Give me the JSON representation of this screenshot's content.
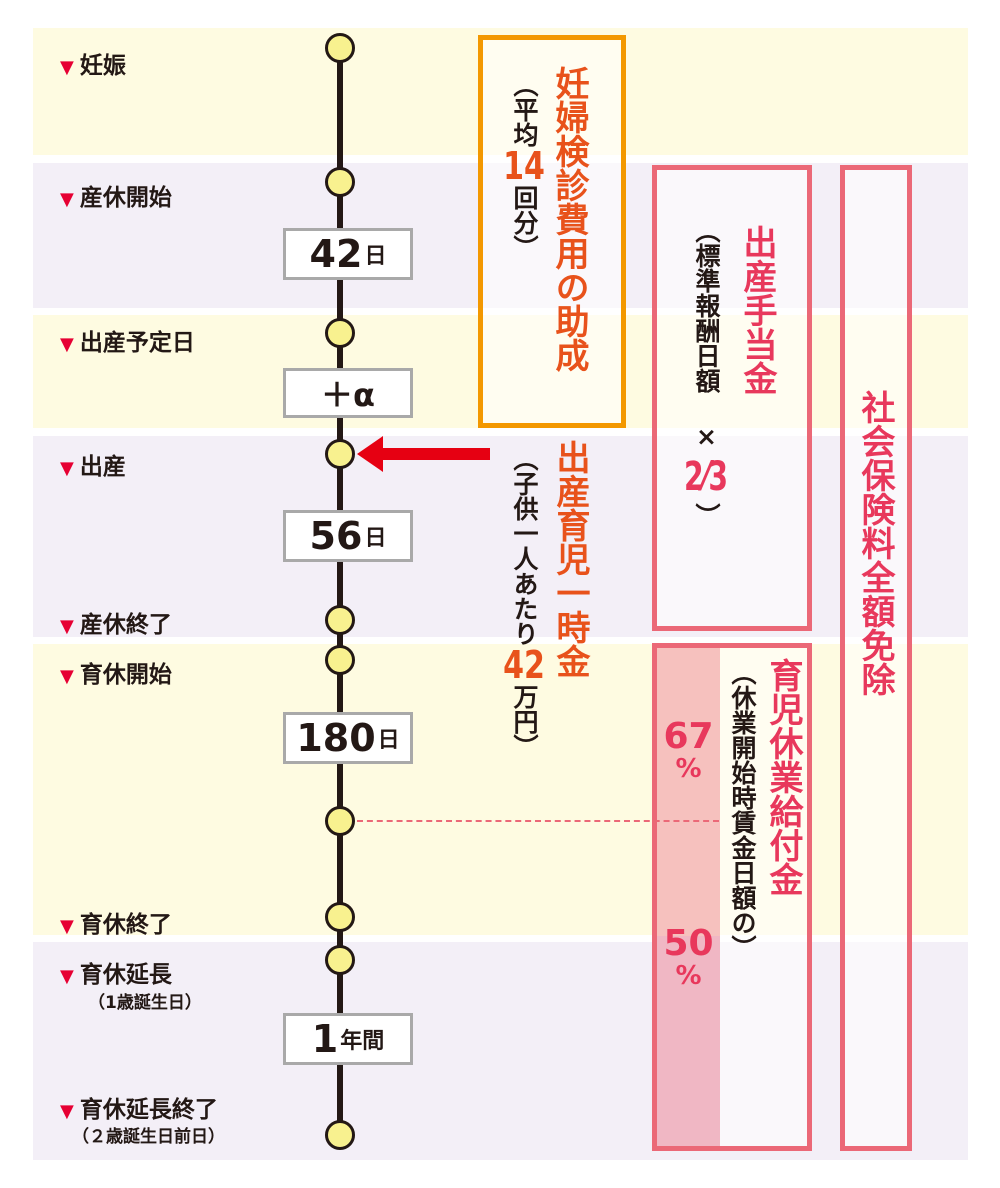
{
  "timeline": [
    {
      "label": "妊娠"
    },
    {
      "label": "産休開始"
    },
    {
      "label": "出産予定日"
    },
    {
      "label": "出産"
    },
    {
      "label": "産休終了"
    },
    {
      "label": "育休開始"
    },
    {
      "label": "育休終了"
    },
    {
      "label": "育休延長",
      "sub": "（1歳誕生日）"
    },
    {
      "label": "育休延長終了",
      "sub": "（２歳誕生日前日）"
    }
  ],
  "durations": [
    {
      "num": "42",
      "unit": "日"
    },
    {
      "num": "＋α",
      "unit": ""
    },
    {
      "num": "56",
      "unit": "日"
    },
    {
      "num": "180",
      "unit": "日"
    },
    {
      "num": "1",
      "unit": "年間"
    }
  ],
  "checkup": {
    "title": "妊婦検診費用の助成",
    "sub_pre": "（平均",
    "sub_num": "14",
    "sub_post": "回分）"
  },
  "lump_sum": {
    "title": "出産育児一時金",
    "sub_pre": "（子供一人あたり",
    "sub_num": "42",
    "sub_post": "万円）"
  },
  "maternity": {
    "title": "出産手当金",
    "sub_pre": "（標準報酬日額 ×",
    "frac": "2⁄3",
    "sub_post": "）"
  },
  "childcare": {
    "title": "育児休業給付金",
    "sub": "（休業開始時賃金日額の）",
    "rate1": "67",
    "rate2": "50",
    "pct": "%"
  },
  "insurance": {
    "title": "社会保険料全額免除"
  },
  "colors": {
    "orange": "#f39800",
    "pink": "#eb6877",
    "red": "#e60012"
  }
}
